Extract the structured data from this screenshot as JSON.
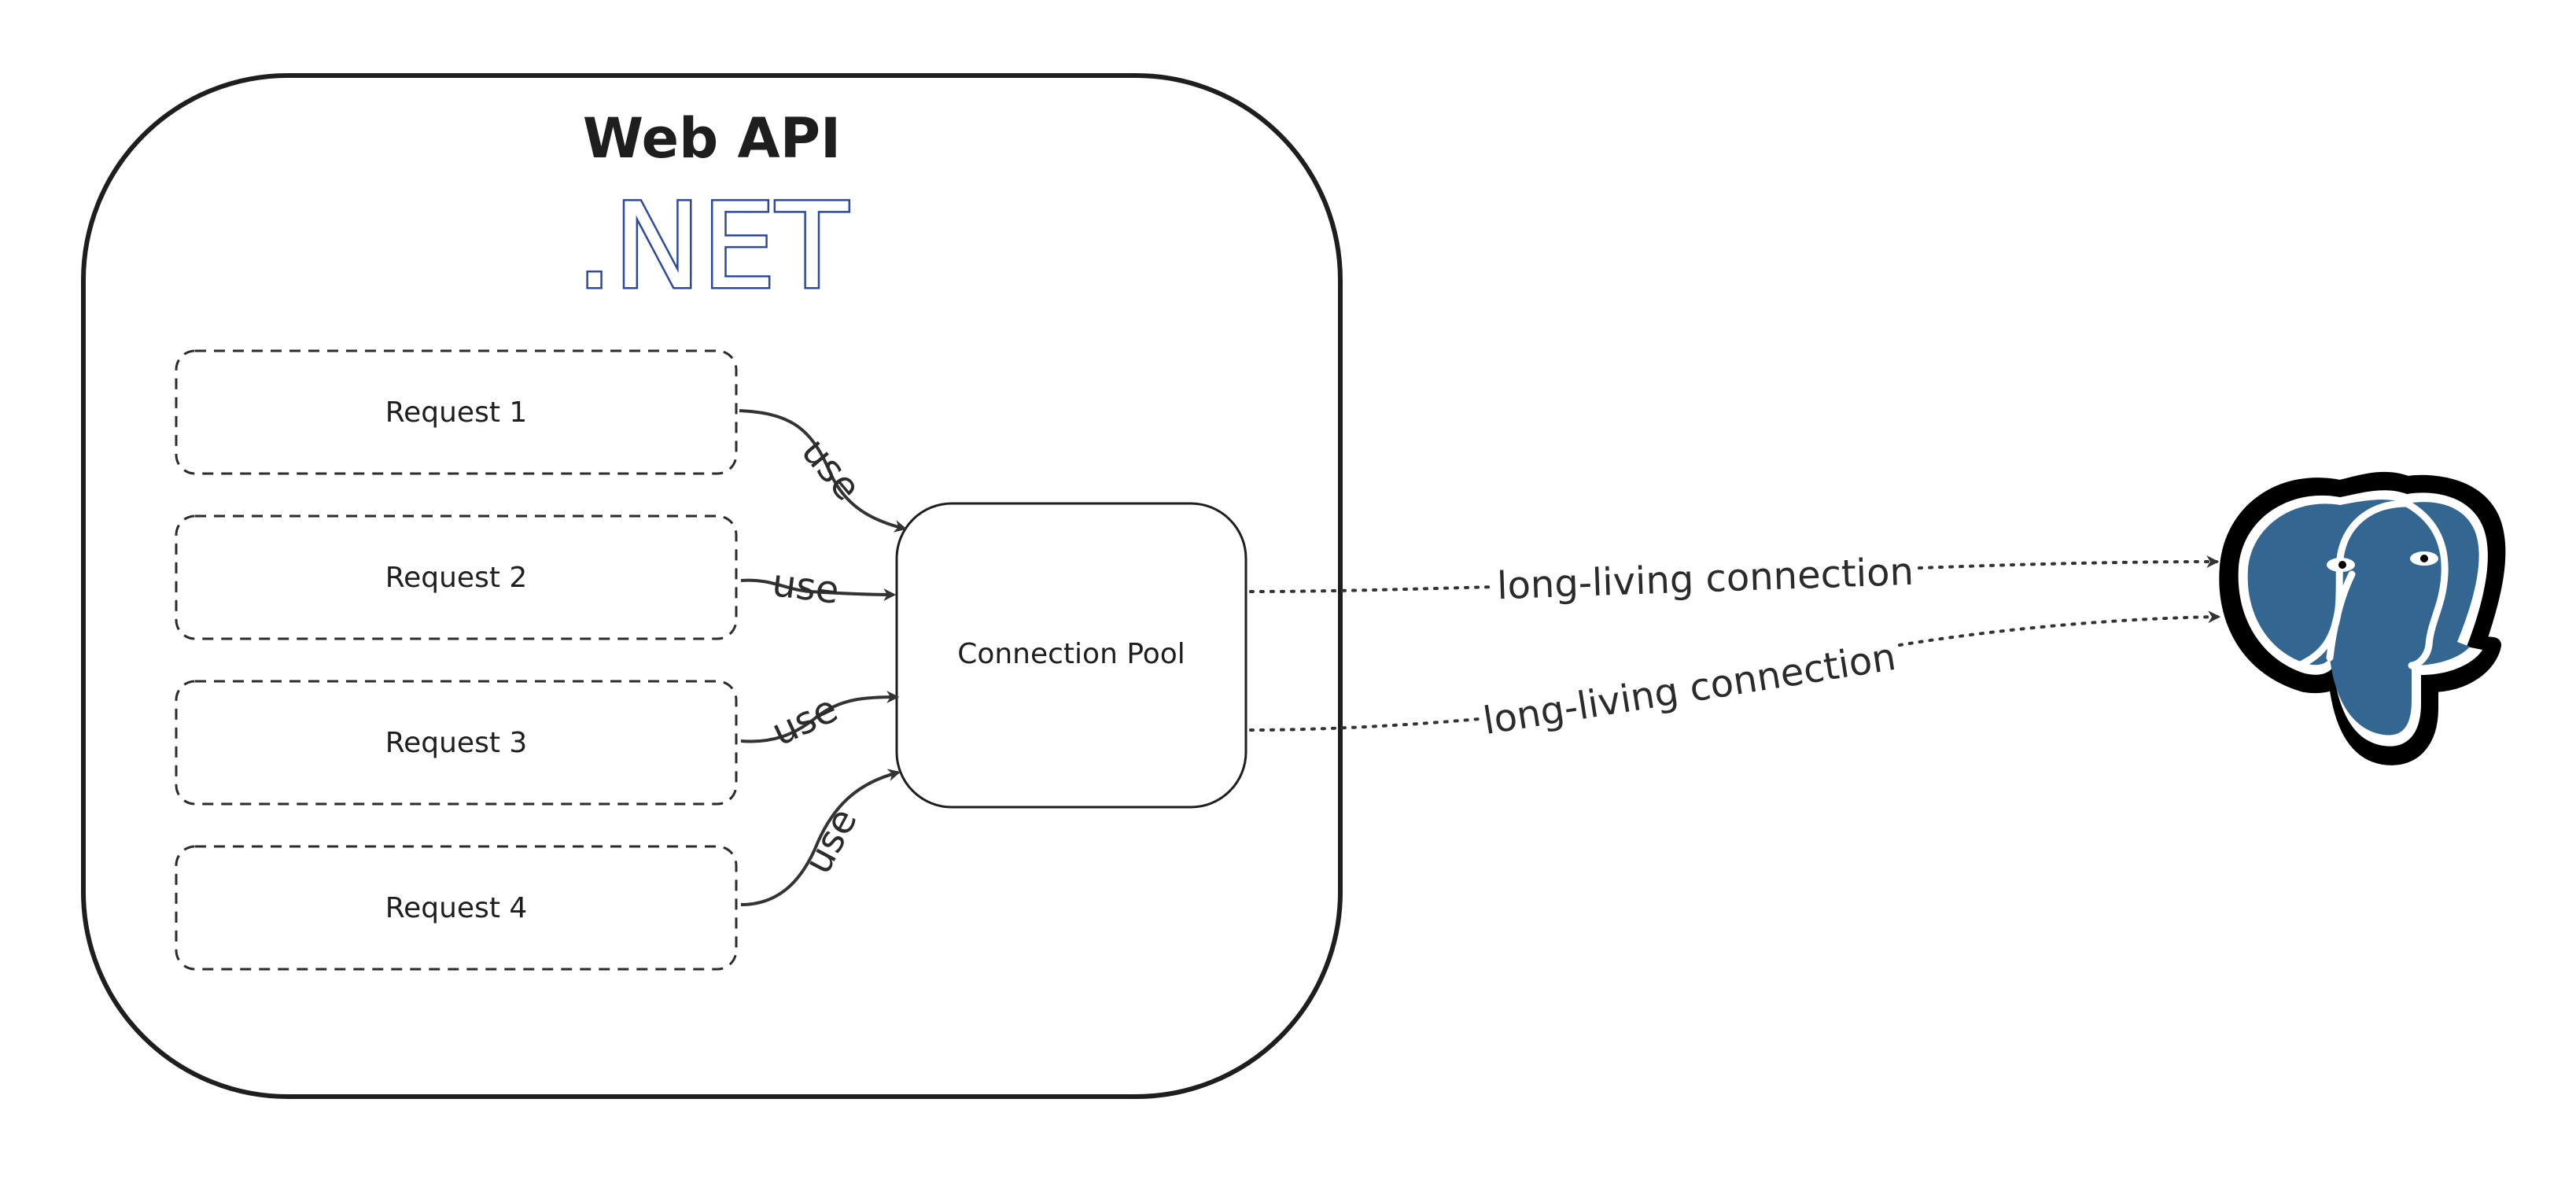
{
  "container": {
    "title": "Web API",
    "framework_logo_text": ".NET"
  },
  "requests": [
    {
      "label": "Request 1"
    },
    {
      "label": "Request 2"
    },
    {
      "label": "Request 3"
    },
    {
      "label": "Request 4"
    }
  ],
  "pool": {
    "label": "Connection Pool"
  },
  "edges": {
    "use_label": "use",
    "connection_labels": [
      "long-living connection",
      "long-living connection"
    ]
  },
  "database": {
    "icon": "postgresql-elephant-icon"
  },
  "colors": {
    "stroke": "#1e1e1e",
    "net_logo": "#2d4a9a",
    "elephant_fill": "#336791",
    "arrow": "#333333"
  }
}
